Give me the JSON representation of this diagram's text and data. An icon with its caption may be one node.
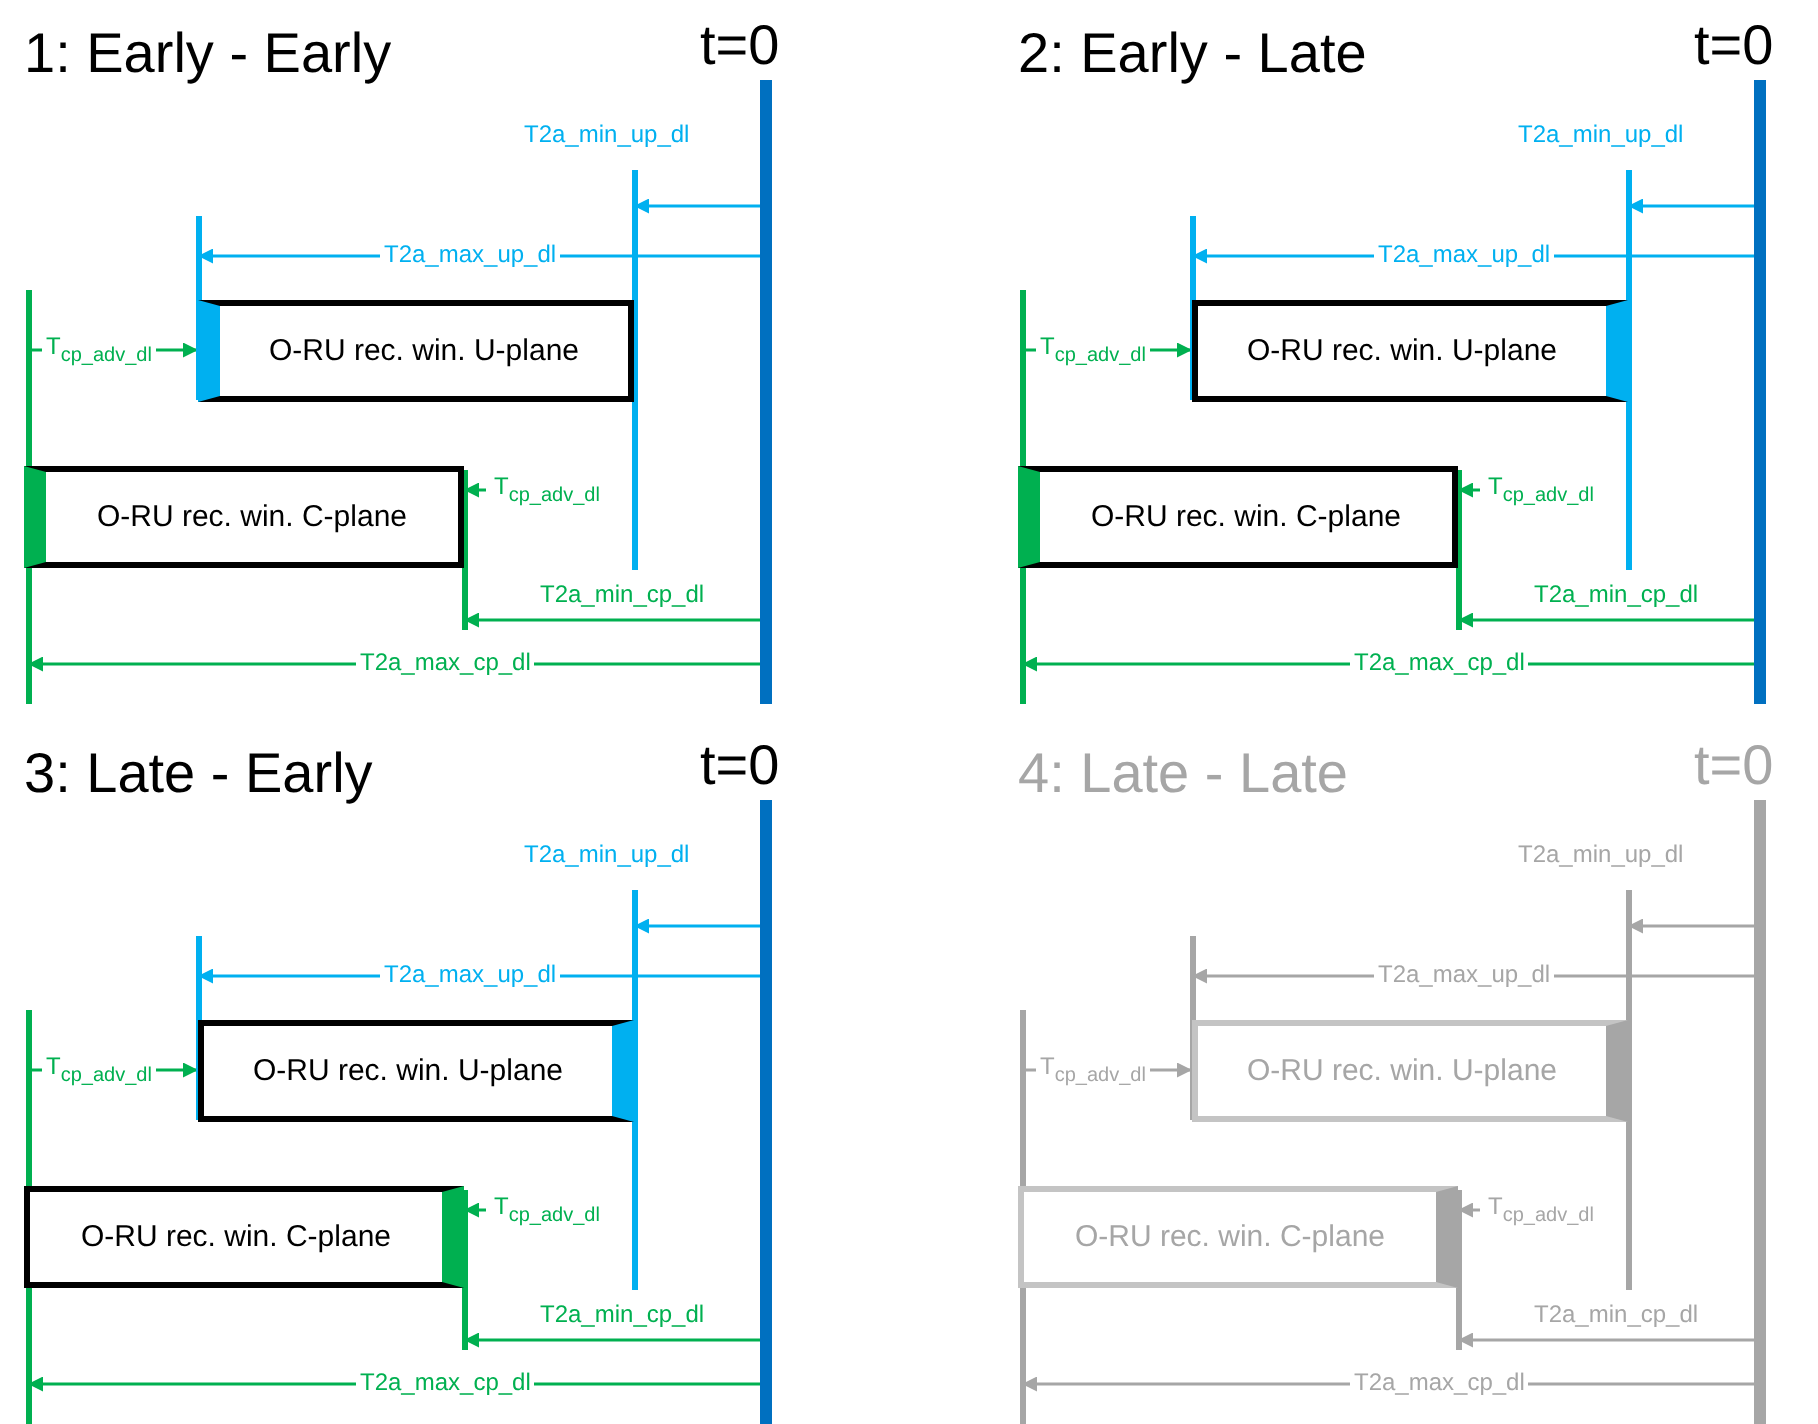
{
  "diagram": {
    "nodes": [
      {
        "text": [
          "O-RU rec. win. U-plane"
        ]
      },
      {
        "text": [
          "O-RU rec. win. C-plane"
        ]
      },
      {
        "text": [
          "O-RU rec. win. U-plane"
        ]
      },
      {
        "text": [
          "O-RU rec. win. C-plane"
        ]
      },
      {
        "text": [
          "O-RU rec. win. U-plane"
        ]
      },
      {
        "text": [
          "O-RU rec. win. C-plane"
        ]
      },
      {
        "text": [
          "O-RU rec. win. U-plane"
        ]
      },
      {
        "text": [
          "O-RU rec. win. C-plane"
        ]
      }
    ],
    "labels": [
      "1: Early - Early",
      "t=0",
      "T2a_min_up_dl",
      "T2a_max_up_dl",
      "T$_{cp_adv_dl}$",
      "T$_{cp_adv_dl}$",
      "T2a_min_cp_dl",
      "T2a_max_cp_dl",
      "2: Early - Late",
      "t=0",
      "T2a_min_up_dl",
      "T2a_max_up_dl",
      "T$_{cp_adv_dl}$",
      "T$_{cp_adv_dl}$",
      "T2a_min_cp_dl",
      "T2a_max_cp_dl",
      "3: Late - Early",
      "t=0",
      "T2a_min_up_dl",
      "T2a_max_up_dl",
      "T$_{cp_adv_dl}$",
      "T$_{cp_adv_dl}$",
      "T2a_min_cp_dl",
      "T2a_max_cp_dl",
      "4: Late - Late",
      "t=0",
      "T2a_min_up_dl",
      "T2a_max_up_dl",
      "T$_{cp_adv_dl}$",
      "T$_{cp_adv_dl}$",
      "T2a_min_cp_dl",
      "T2a_max_cp_dl"
    ]
  }
}
